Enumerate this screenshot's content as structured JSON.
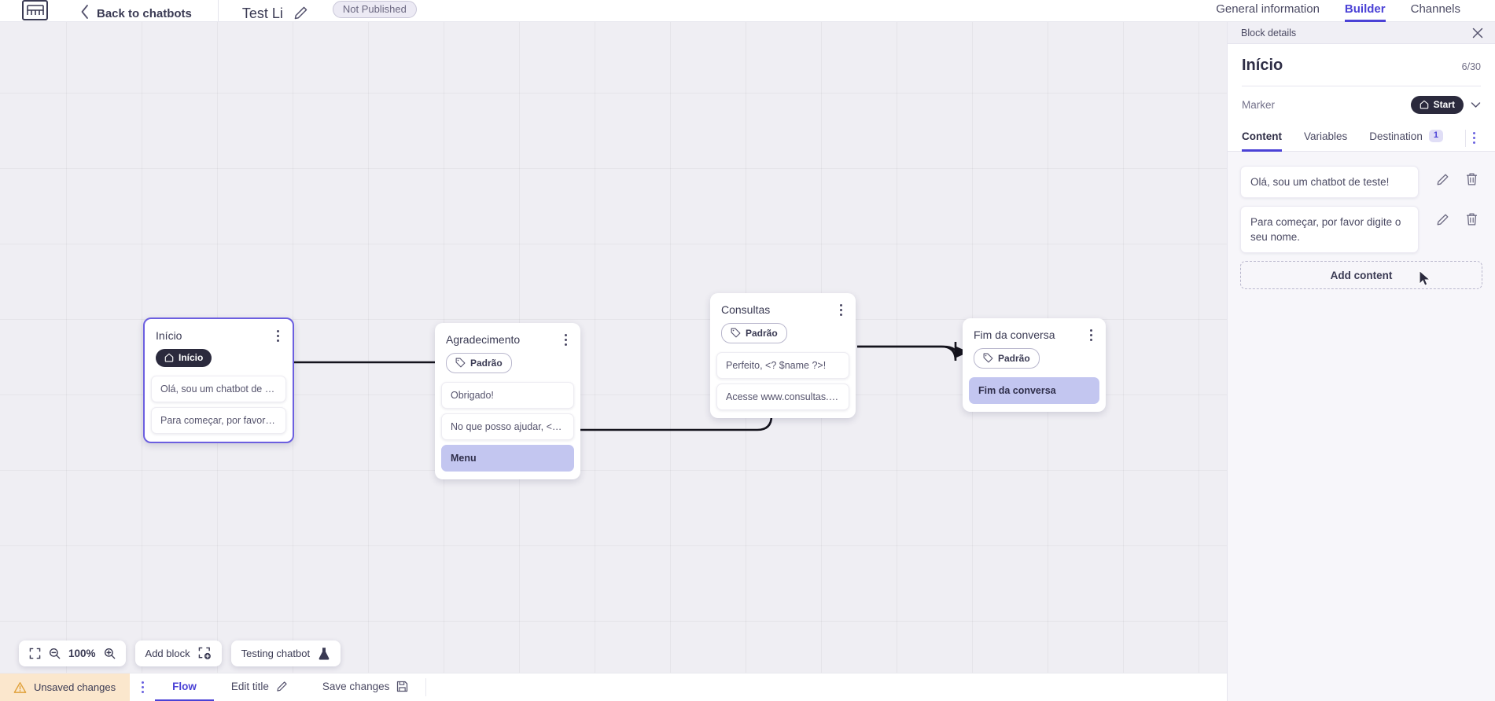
{
  "header": {
    "logo_name": "app-logo",
    "back_label": "Back to chatbots",
    "bot_title": "Test Li",
    "status_badge": "Not Published",
    "nav_tabs": [
      {
        "label": "General information",
        "active": false
      },
      {
        "label": "Builder",
        "active": true
      },
      {
        "label": "Channels",
        "active": false
      }
    ]
  },
  "canvas": {
    "zoom_level": "100%",
    "add_block_label": "Add block",
    "testing_label": "Testing chatbot",
    "nodes": [
      {
        "id": "inicio",
        "title": "Início",
        "tag": "Início",
        "tag_type": "start",
        "selected": true,
        "items": [
          {
            "text": "Olá, sou um chatbot de teste!",
            "highlight": false
          },
          {
            "text": "Para começar, por favor digite o ...",
            "highlight": false
          }
        ]
      },
      {
        "id": "agradecimento",
        "title": "Agradecimento",
        "tag": "Padrão",
        "tag_type": "padrao",
        "selected": false,
        "items": [
          {
            "text": "Obrigado!",
            "highlight": false
          },
          {
            "text": "No que posso ajudar, <? $name ...",
            "highlight": false
          },
          {
            "text": "Menu",
            "highlight": true
          }
        ]
      },
      {
        "id": "consultas",
        "title": "Consultas",
        "tag": "Padrão",
        "tag_type": "padrao",
        "selected": false,
        "items": [
          {
            "text": "Perfeito, <? $name ?>!",
            "highlight": false
          },
          {
            "text": "Acesse www.consultas.com par...",
            "highlight": false
          }
        ]
      },
      {
        "id": "fim",
        "title": "Fim da conversa",
        "tag": "Padrão",
        "tag_type": "padrao",
        "selected": false,
        "items": [
          {
            "text": "Fim da conversa",
            "highlight": true
          }
        ]
      }
    ]
  },
  "statusbar": {
    "unsaved_label": "Unsaved changes",
    "flow_label": "Flow",
    "edit_title_label": "Edit title",
    "save_label": "Save changes"
  },
  "panel": {
    "header_label": "Block details",
    "title": "Início",
    "count": "6/30",
    "marker_label": "Marker",
    "marker_value": "Start",
    "tabs": [
      {
        "label": "Content",
        "active": true,
        "badge": ""
      },
      {
        "label": "Variables",
        "active": false,
        "badge": ""
      },
      {
        "label": "Destination",
        "active": false,
        "badge": "1"
      }
    ],
    "contents": [
      {
        "text": "Olá, sou um chatbot de teste!"
      },
      {
        "text": "Para começar, por favor digite o seu nome."
      }
    ],
    "add_content_label": "Add content"
  },
  "colors": {
    "accent": "#4b42d6",
    "node_selected": "#6c5fe0",
    "highlight": "#c3c6f0",
    "warn_bg": "#fbe7cd",
    "canvas_bg": "#efeef3"
  }
}
